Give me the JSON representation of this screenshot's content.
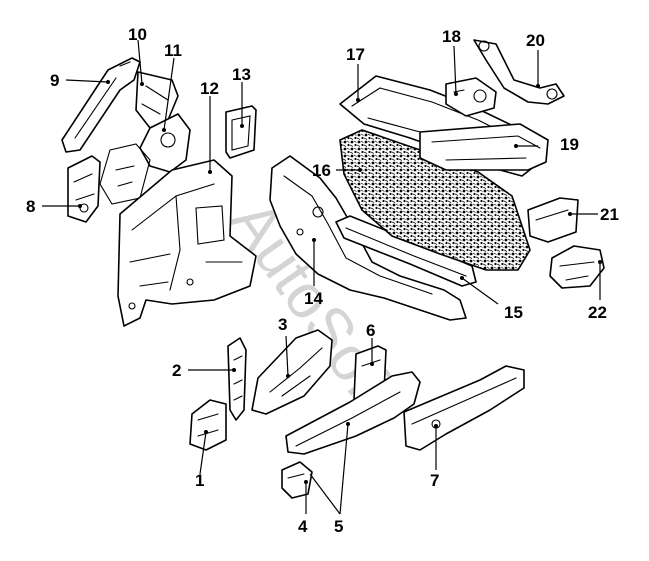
{
  "watermark": "AutoSoft",
  "callouts": [
    "1",
    "2",
    "3",
    "4",
    "5",
    "6",
    "7",
    "8",
    "9",
    "10",
    "11",
    "12",
    "13",
    "14",
    "15",
    "16",
    "17",
    "18",
    "19",
    "20",
    "21",
    "22"
  ]
}
